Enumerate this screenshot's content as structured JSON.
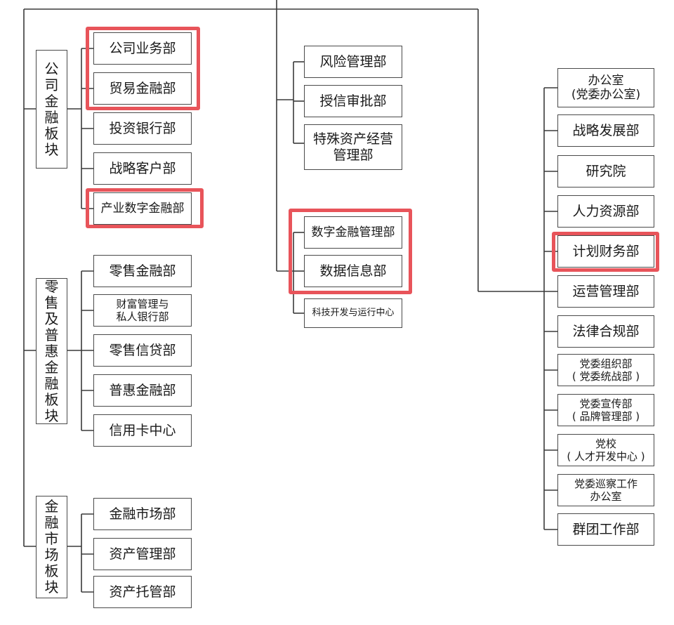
{
  "colors": {
    "line": "#3a3a3a",
    "border": "#4a4a4a",
    "highlight": "#e8545a"
  },
  "segments": {
    "corporate": "公司金融板块",
    "retail": "零售及普惠金融板块",
    "markets": "金融市场板块"
  },
  "corporate_depts": [
    "公司业务部",
    "贸易金融部",
    "投资银行部",
    "战略客户部",
    "产业数字金融部"
  ],
  "retail_depts": [
    "零售金融部",
    "财富管理与\n私人银行部",
    "零售信贷部",
    "普惠金融部",
    "信用卡中心"
  ],
  "market_depts": [
    "金融市场部",
    "资产管理部",
    "资产托管部"
  ],
  "risk_depts": [
    "风险管理部",
    "授信审批部",
    "特殊资产经营\n管理部"
  ],
  "tech_depts": [
    "数字金融管理部",
    "数据信息部",
    "科技开发与运行中心"
  ],
  "admin_depts": [
    "办公室\n(党委办公室)",
    "战略发展部",
    "研究院",
    "人力资源部",
    "计划财务部",
    "运营管理部",
    "法律合规部",
    "党委组织部\n( 党委统战部 )",
    "党委宣传部\n( 品牌管理部 )",
    "党校\n( 人才开发中心 )",
    "党委巡察工作\n办公室",
    "群团工作部"
  ],
  "highlighted": [
    "公司业务部",
    "贸易金融部",
    "产业数字金融部",
    "数字金融管理部",
    "数据信息部",
    "计划财务部"
  ]
}
